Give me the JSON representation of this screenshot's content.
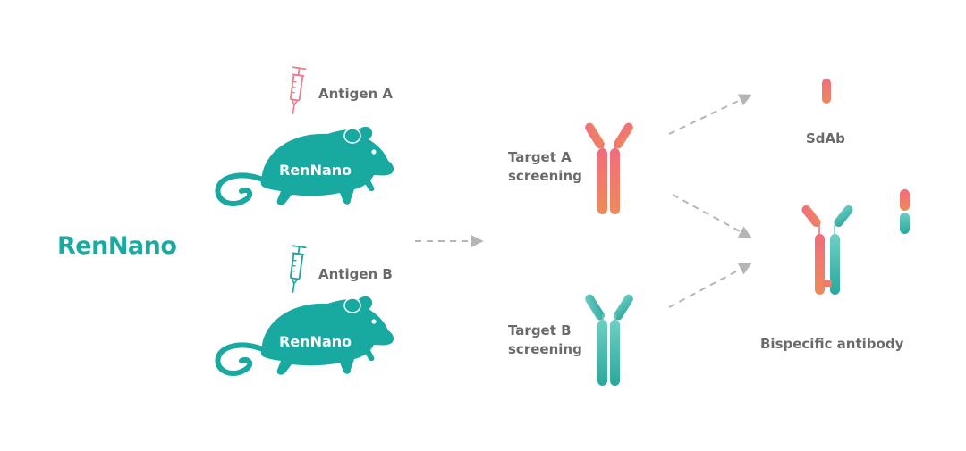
{
  "brand": "RenNano",
  "mouse_a_label": "RenNano",
  "mouse_b_label": "RenNano",
  "antigen_a": "Antigen A",
  "antigen_b": "Antigen B",
  "target_a": [
    "Target A",
    "screening"
  ],
  "target_b": [
    "Target B",
    "screening"
  ],
  "sdab": "SdAb",
  "bispecific": "Bispecific antibody",
  "colors": {
    "teal": "#18aaa0",
    "teal_grad_top": "#6fcfc4",
    "teal_grad_bottom": "#2aa79c",
    "coral_top": "#f36b7d",
    "coral_bottom": "#ee8a5a",
    "syringe_a": "#f07a88",
    "syringe_b": "#1aa89d",
    "arrow": "#b5b5b5",
    "text": "#6a6a6a"
  },
  "icons": [
    "syringe-icon",
    "mouse-icon",
    "antibody-icon",
    "sdab-icon",
    "arrow-icon"
  ]
}
